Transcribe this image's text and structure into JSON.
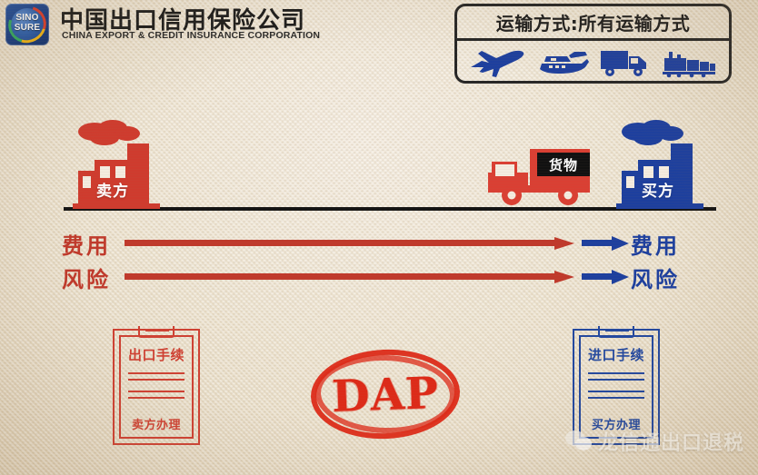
{
  "header": {
    "logo_text_line1": "SINO",
    "logo_text_line2": "SURE",
    "logo_icon": "sinosure-globe-logo",
    "brand_cn": "中国出口信用保险公司",
    "brand_en": "CHINA EXPORT & CREDIT INSURANCE CORPORATION"
  },
  "transport": {
    "title": "运输方式:所有运输方式",
    "icons": [
      {
        "name": "airplane-icon"
      },
      {
        "name": "ship-icon"
      },
      {
        "name": "truck-icon"
      },
      {
        "name": "train-icon"
      }
    ]
  },
  "diagram": {
    "seller": {
      "label": "卖方",
      "color": "#cf3b2e"
    },
    "buyer": {
      "label": "买方",
      "color": "#1d3f9e"
    },
    "cargo": {
      "label": "货物"
    },
    "rows": [
      {
        "key": "cost",
        "left_label": "费用",
        "right_label": "费用",
        "left_color": "#c0392b",
        "right_color": "#1d3f9e"
      },
      {
        "key": "risk",
        "left_label": "风险",
        "right_label": "风险",
        "left_color": "#c0392b",
        "right_color": "#1d3f9e"
      }
    ]
  },
  "documents": {
    "export": {
      "title": "出口手续",
      "footer": "卖方办理",
      "color": "#cf4133"
    },
    "import": {
      "title": "进口手续",
      "footer": "买方办理",
      "color": "#23489f"
    }
  },
  "stamp": {
    "text": "DAP",
    "color": "#dd2a18"
  },
  "watermark": {
    "text": "龙信通出口退税",
    "icon": "wechat-logo-icon"
  }
}
